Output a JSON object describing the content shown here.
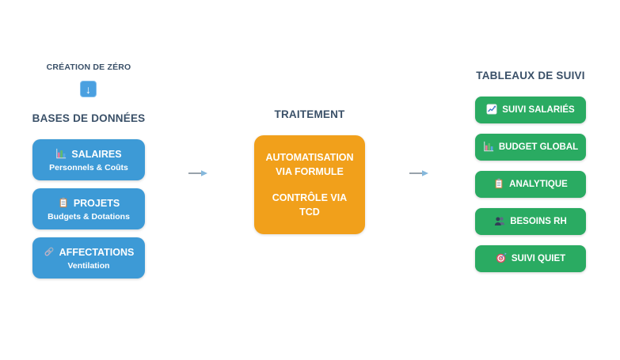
{
  "colors": {
    "card_blue": "#3d9ad6",
    "button_green": "#2aab62",
    "process_orange": "#f1a01b",
    "heading_text": "#3a5068",
    "arrow_gray": "#98a2ab",
    "arrow_head_blue": "#85b8dc"
  },
  "left_column": {
    "top_label": "CRÉATION DE ZÉRO",
    "down_arrow_icon": "down-arrow",
    "heading": "BASES DE DONNÉES",
    "cards": [
      {
        "icon": "bar-chart",
        "title": "SALAIRES",
        "subtitle": "Personnels & Coûts"
      },
      {
        "icon": "clipboard",
        "title": "PROJETS",
        "subtitle": "Budgets & Dotations"
      },
      {
        "icon": "link",
        "title": "AFFECTATIONS",
        "subtitle": "Ventilation"
      }
    ]
  },
  "middle_column": {
    "heading": "TRAITEMENT",
    "box_lines": [
      "AUTOMATISATION VIA FORMULE",
      "CONTRÔLE VIA TCD"
    ]
  },
  "right_column": {
    "heading": "TABLEAUX DE SUIVI",
    "buttons": [
      {
        "icon": "line-chart",
        "label": "SUIVI SALARIÉS"
      },
      {
        "icon": "bar-chart",
        "label": "BUDGET GLOBAL"
      },
      {
        "icon": "clipboard",
        "label": "ANALYTIQUE"
      },
      {
        "icon": "people",
        "label": "BESOINS RH"
      },
      {
        "icon": "target",
        "label": "SUIVI QUIET"
      }
    ]
  },
  "flow": {
    "arrow_glyph": "→"
  }
}
